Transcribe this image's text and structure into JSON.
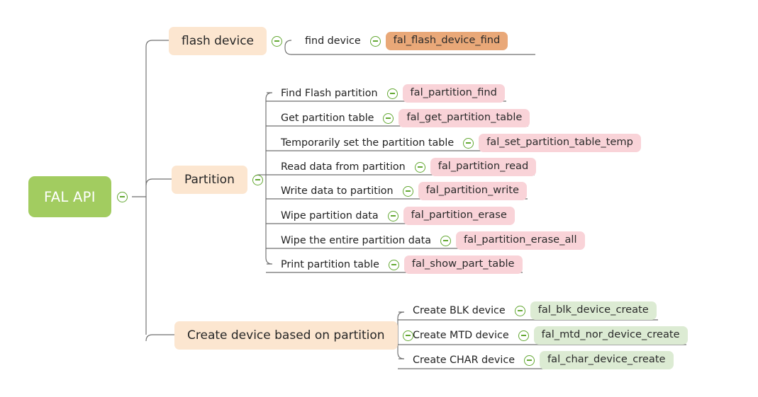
{
  "diagram": {
    "title": "FAL API",
    "type": "mindmap",
    "toggle_icon": "collapse-minus-icon",
    "colors": {
      "root_fill": "#a2cc60",
      "root_text": "#ffffff",
      "branch_fill": "#fce6d0",
      "badge_orange": "#e9a878",
      "badge_pink": "#f9d3d8",
      "badge_green": "#dcebd3",
      "connector": "#6f6f6f",
      "toggle_stroke": "#63a832",
      "background": "#ffffff"
    }
  },
  "root": {
    "label": "FAL API"
  },
  "branches": [
    {
      "label": "flash device",
      "badge_color": "orange",
      "children": [
        {
          "label": "find device",
          "api": "fal_flash_device_find"
        }
      ]
    },
    {
      "label": "Partition",
      "badge_color": "pink",
      "children": [
        {
          "label": "Find Flash partition",
          "api": "fal_partition_find"
        },
        {
          "label": "Get partition table",
          "api": "fal_get_partition_table"
        },
        {
          "label": "Temporarily set the partition table",
          "api": "fal_set_partition_table_temp"
        },
        {
          "label": "Read data from partition",
          "api": "fal_partition_read"
        },
        {
          "label": "Write data to partition",
          "api": "fal_partition_write"
        },
        {
          "label": "Wipe partition data",
          "api": "fal_partition_erase"
        },
        {
          "label": "Wipe the entire partition data",
          "api": "fal_partition_erase_all"
        },
        {
          "label": "Print partition table",
          "api": "fal_show_part_table"
        }
      ]
    },
    {
      "label": "Create device based on partition",
      "badge_color": "green",
      "children": [
        {
          "label": "Create BLK device",
          "api": "fal_blk_device_create"
        },
        {
          "label": "Create MTD device",
          "api": "fal_mtd_nor_device_create"
        },
        {
          "label": "Create CHAR device",
          "api": "fal_char_device_create"
        }
      ]
    }
  ]
}
